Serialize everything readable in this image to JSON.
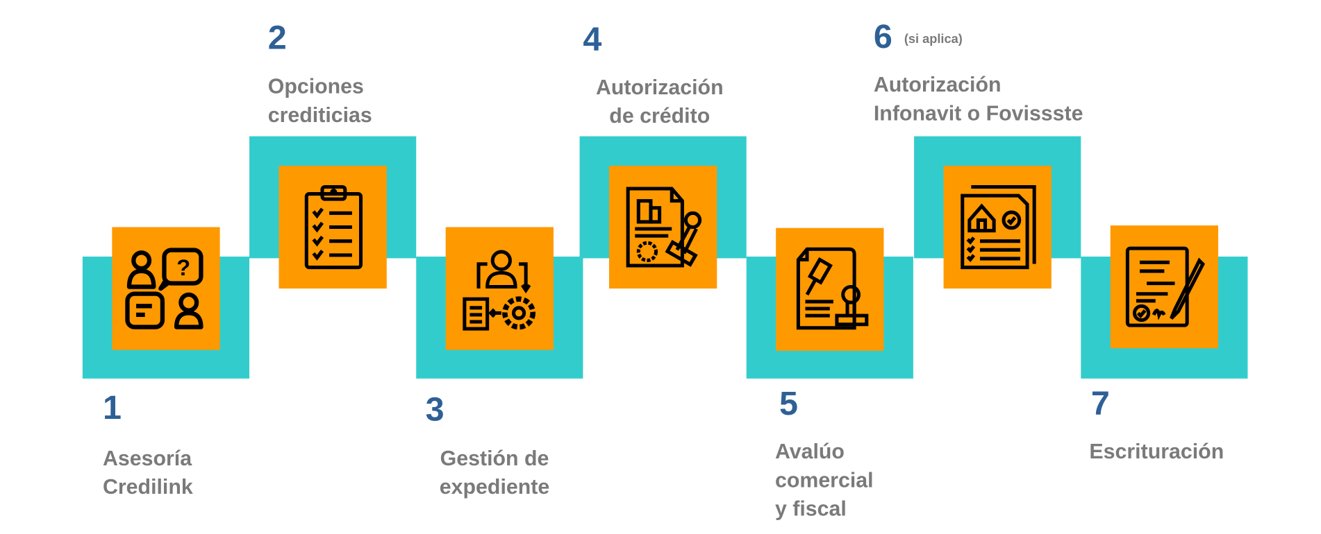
{
  "steps": [
    {
      "number": "1",
      "label_lines": [
        "Asesoría",
        "Credilink"
      ],
      "icon": "consulting-chat-icon"
    },
    {
      "number": "2",
      "label_lines": [
        "Opciones",
        "crediticias"
      ],
      "icon": "clipboard-checklist-icon"
    },
    {
      "number": "3",
      "label_lines": [
        "Gestión de",
        "expediente"
      ],
      "icon": "process-management-icon"
    },
    {
      "number": "4",
      "label_lines": [
        "Autorización",
        "de crédito"
      ],
      "icon": "stamp-approval-icon"
    },
    {
      "number": "5",
      "label_lines": [
        "Avalúo",
        "comercial",
        "y fiscal"
      ],
      "icon": "appraisal-gavel-icon"
    },
    {
      "number": "6",
      "note": "(si aplica)",
      "label_lines": [
        "Autorización",
        "Infonavit o Fovissste"
      ],
      "icon": "housing-document-icon"
    },
    {
      "number": "7",
      "label_lines": [
        "Escrituración"
      ],
      "icon": "signed-contract-icon"
    }
  ],
  "colors": {
    "teal": "#33cccc",
    "orange": "#ff9900",
    "number": "#2e6096",
    "label": "#7a7a7a"
  }
}
